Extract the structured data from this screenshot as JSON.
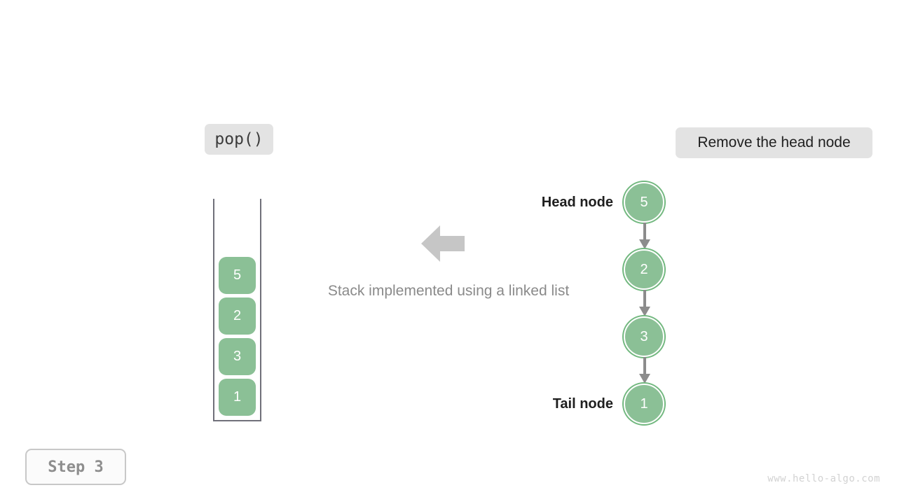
{
  "operation": {
    "label": "pop()"
  },
  "action": {
    "label": "Remove the head node"
  },
  "caption": {
    "text": "Stack implemented using a linked list"
  },
  "stack": {
    "cells_top_to_bottom": [
      "5",
      "2",
      "3",
      "1"
    ]
  },
  "linked_list": {
    "head_label": "Head node",
    "tail_label": "Tail node",
    "nodes": [
      {
        "value": "5",
        "label": "Head node"
      },
      {
        "value": "2",
        "label": ""
      },
      {
        "value": "3",
        "label": ""
      },
      {
        "value": "1",
        "label": "Tail node"
      }
    ]
  },
  "step": {
    "label": "Step 3"
  },
  "watermark": {
    "text": "www.hello-algo.com"
  },
  "icons": {
    "flow_arrow": "arrow-left-icon",
    "link_arrow": "arrow-down-icon"
  },
  "colors": {
    "node_fill": "#8bc096",
    "node_ring": "#72b87f",
    "badge_bg": "#e3e3e3",
    "container_stroke": "#70707a",
    "arrow_gray": "#c6c6c6",
    "link_gray": "#8c8c8c",
    "caption_gray": "#8a8a8a",
    "step_text": "#8e8e8e",
    "watermark": "#d2d2d2"
  }
}
